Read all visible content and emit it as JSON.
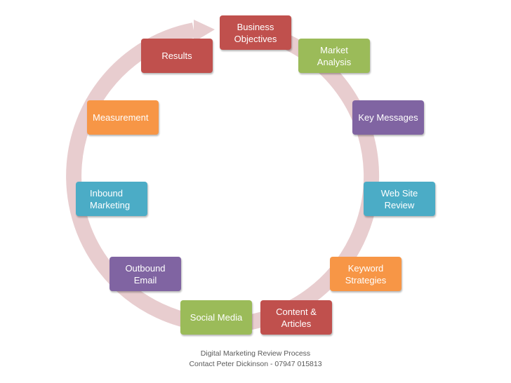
{
  "colors": {
    "ring": "#e8cdcf",
    "red": "#c0504d",
    "green": "#9bbb59",
    "purple": "#8064a2",
    "teal": "#4bacc6",
    "orange": "#f79646"
  },
  "steps": [
    {
      "label": "Business\nObjectives",
      "color": "#c0504d"
    },
    {
      "label": "Market\nAnalysis",
      "color": "#9bbb59"
    },
    {
      "label": "Key Messages",
      "color": "#8064a2"
    },
    {
      "label": "Web Site\nReview",
      "color": "#4bacc6"
    },
    {
      "label": "Keyword\nStrategies",
      "color": "#f79646"
    },
    {
      "label": "Content &\nArticles",
      "color": "#c0504d"
    },
    {
      "label": "Social Media",
      "color": "#9bbb59"
    },
    {
      "label": "Outbound\nEmail",
      "color": "#8064a2"
    },
    {
      "label": "Inbound\nMarketing",
      "color": "#4bacc6"
    },
    {
      "label": "Measurement",
      "color": "#f79646"
    },
    {
      "label": "Results",
      "color": "#c0504d"
    }
  ],
  "caption": {
    "line1": "Digital Marketing Review Process",
    "line2": "Contact Peter Dickinson - 07947 015813"
  }
}
